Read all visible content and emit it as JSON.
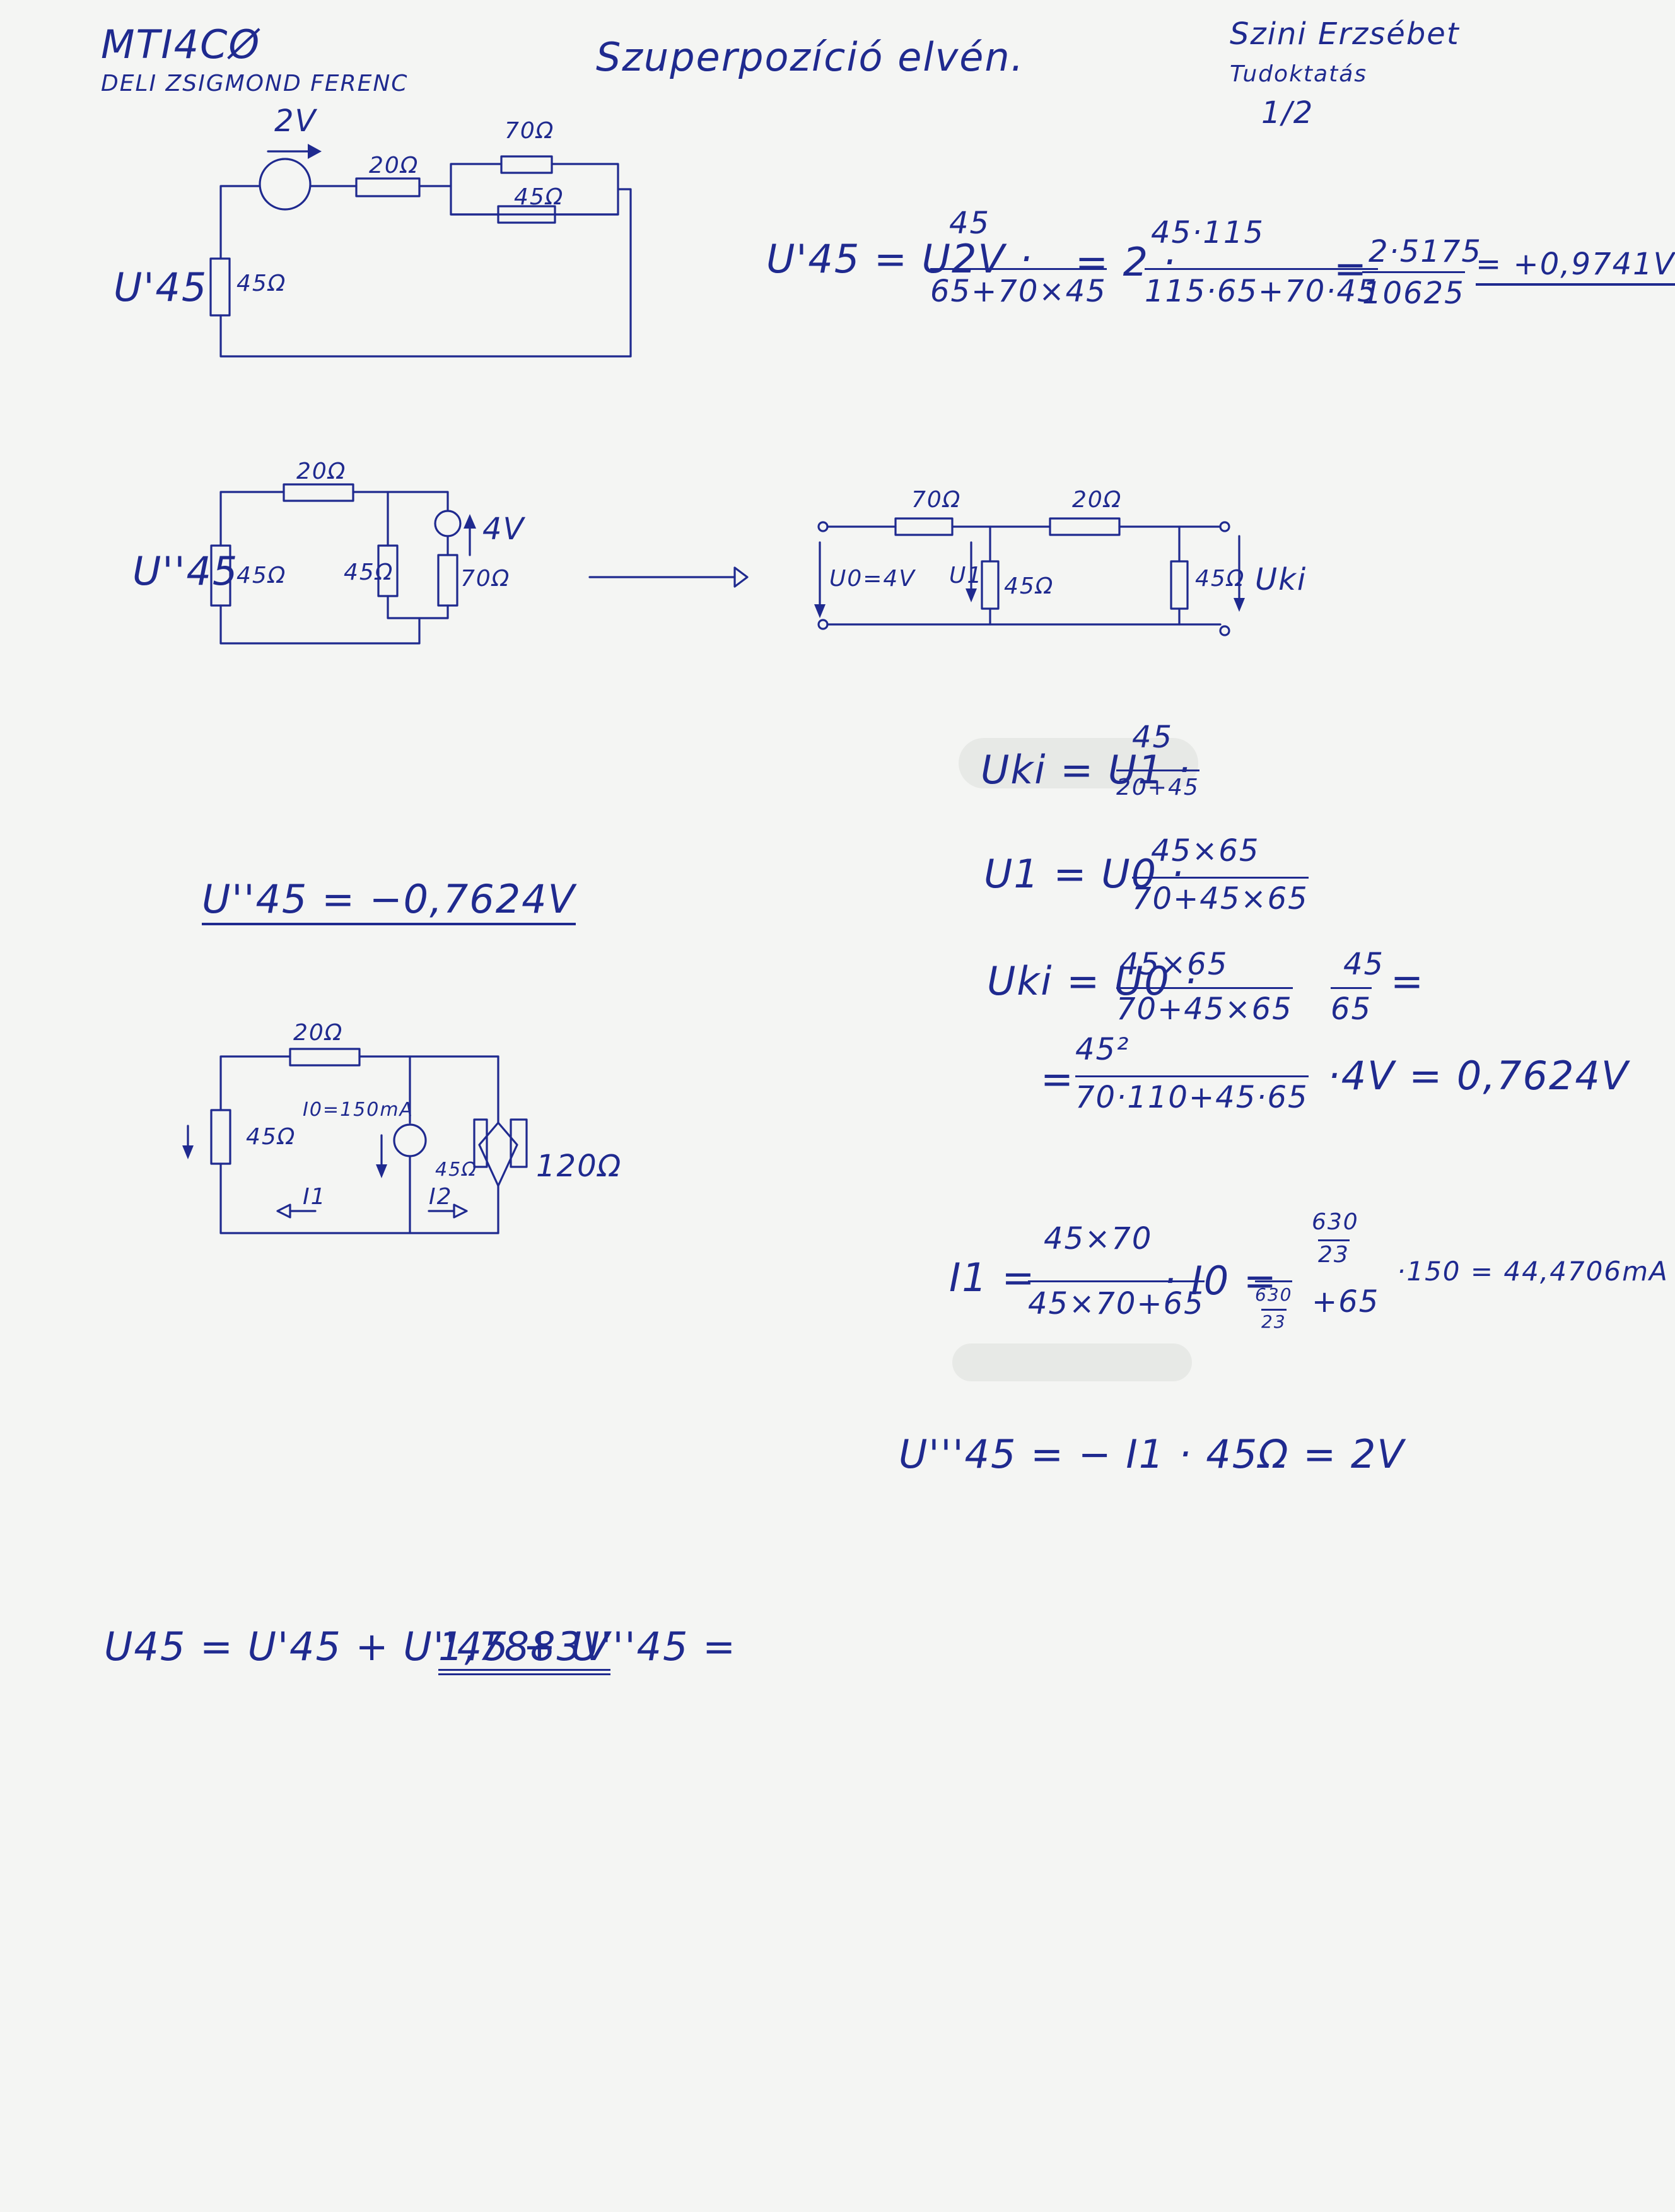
{
  "header": {
    "student_code": "MTI4CØ",
    "student_name": "DELI ZSIGMOND FERENC",
    "title": "Szuperpozíció elvén.",
    "teacher": "Szini Erzsébet",
    "subject": "Tudoktatás",
    "page": "1/2"
  },
  "circuit1": {
    "source_label": "2V",
    "r_series": "20Ω",
    "r_top": "70Ω",
    "r_bottom": "45Ω",
    "r_left": "45Ω",
    "voltage_label": "U'45"
  },
  "eq1": {
    "lhs": "U'45 = U2V ·",
    "frac1_num": "45",
    "frac1_den": "65+70×45",
    "mid": "= 2 ·",
    "frac2_num": "45·115",
    "frac2_den": "115·65+70·45",
    "frac3_num": "2·5175",
    "frac3_den": "10625",
    "result": "= +0,9741V"
  },
  "circuit2": {
    "r_top": "20Ω",
    "r_left": "45Ω",
    "r_middle": "45Ω",
    "r_right": "70Ω",
    "source_label": "4V",
    "voltage_label": "U''45"
  },
  "circuit3": {
    "r_series1": "70Ω",
    "r_series2": "20Ω",
    "r_shunt1": "45Ω",
    "r_shunt2": "45Ω",
    "u_in": "U0=4V",
    "u1": "U1",
    "u_out": "Uki"
  },
  "eq2": {
    "line1_lhs": "Uki = U1 ·",
    "line1_num": "45",
    "line1_den": "20+45",
    "line2_lhs": "U1 = U0 ·",
    "line2_num": "45×65",
    "line2_den": "70+45×65",
    "line3_lhs": "Uki = U0 ·",
    "line3_num": "45×65",
    "line3_den": "70+45×65",
    "line3_num2": "45",
    "line3_den2": "65",
    "line3_eq": "=",
    "line4_eq": "=",
    "line4_num": "45²",
    "line4_den": "70·110+45·65",
    "line4_tail": "·4V = 0,7624V"
  },
  "result2": "U''45 = −0,7624V",
  "circuit4": {
    "r_top": "20Ω",
    "r_left": "45Ω",
    "source_label": "I0=150mA",
    "r_mid": "45Ω",
    "r_right": "120Ω",
    "i1": "I1",
    "i2": "I2"
  },
  "eq3": {
    "lhs": "I1 =",
    "num": "45×70",
    "den": "45×70+65",
    "mid": "· I0 =",
    "num2_top": "630",
    "num2_bot": "23",
    "den2_a_top": "630",
    "den2_a_bot": "23",
    "den2_b": "+65",
    "tail": "·150 = 44,4706mA"
  },
  "result3": "U'''45 = − I1 · 45Ω = 2V",
  "final": {
    "lhs": "U45 = U'45 + U''45 + U'''45 =",
    "value": "1,7883V"
  }
}
